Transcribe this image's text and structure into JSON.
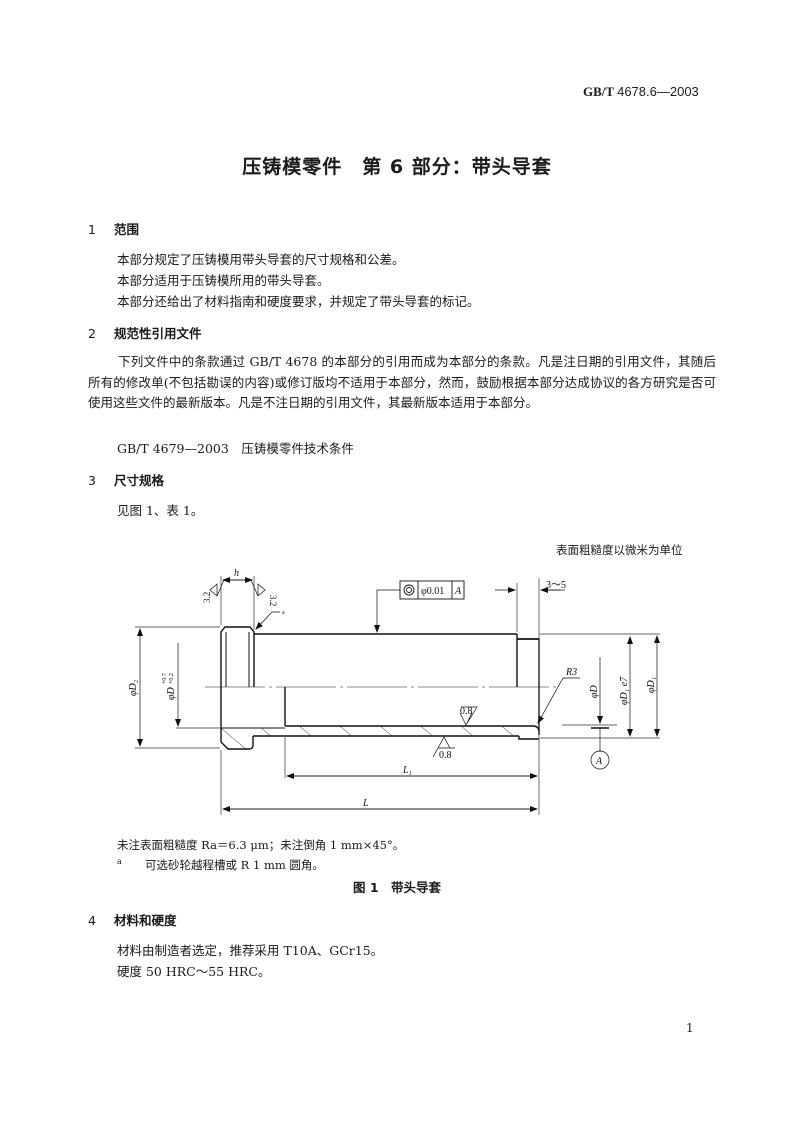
{
  "header": {
    "standard_prefix": "GB/T",
    "standard_number": "4678.6—2003"
  },
  "title": "压铸模零件　第 6 部分：带头导套",
  "sections": [
    {
      "number": "1",
      "heading": "范围",
      "paragraphs": [
        "本部分规定了压铸模用带头导套的尺寸规格和公差。",
        "本部分适用于压铸模所用的带头导套。",
        "本部分还给出了材料指南和硬度要求，并规定了带头导套的标记。"
      ]
    },
    {
      "number": "2",
      "heading": "规范性引用文件",
      "paragraphs": [
        "下列文件中的条款通过 GB/T 4678 的本部分的引用而成为本部分的条款。凡是注日期的引用文件，其随后所有的修改单(不包括勘误的内容)或修订版均不适用于本部分，然而，鼓励根据本部分达成协议的各方研究是否可使用这些文件的最新版本。凡是不注日期的引用文件，其最新版本适用于本部分。",
        "GB/T 4679—2003　压铸模零件技术条件"
      ]
    },
    {
      "number": "3",
      "heading": "尺寸规格",
      "paragraphs": [
        "见图 1、表 1。"
      ]
    },
    {
      "number": "4",
      "heading": "材料和硬度",
      "paragraphs": [
        "材料由制造者选定，推荐采用 T10A、GCr15。",
        "硬度 50 HRC～55 HRC。"
      ]
    }
  ],
  "figure": {
    "unit_note": "表面粗糙度以微米为单位",
    "labels": {
      "h": "h",
      "roughness_32_left": "3.2",
      "roughness_32_right": "3.2",
      "footnote_mark": "a",
      "tolerance_symbol": "◎",
      "tolerance_value": "φ0.01",
      "datum_ref": "A",
      "groove_width": "3～5",
      "phi_D2": "φD₂",
      "phi_D_tol": "φD",
      "phi_D_tol_upper": "+0.7",
      "phi_D_tol_lower": "+0.2",
      "R3": "R3",
      "phi_D": "φD",
      "phi_D1_e7": "φD₁ e7",
      "phi_D1": "φD₁",
      "roughness_08_top": "0.8",
      "roughness_08_bottom": "0.8",
      "datum_A": "A",
      "L1": "L₁",
      "L": "L"
    },
    "notes": [
      "未注表面粗糙度 Ra＝6.3 μm；未注倒角 1 mm×45°。",
      "可选砂轮越程槽或 R 1 mm 圆角。"
    ],
    "footnote_label": "a",
    "caption": "图 1　带头导套"
  },
  "page_number": "1"
}
